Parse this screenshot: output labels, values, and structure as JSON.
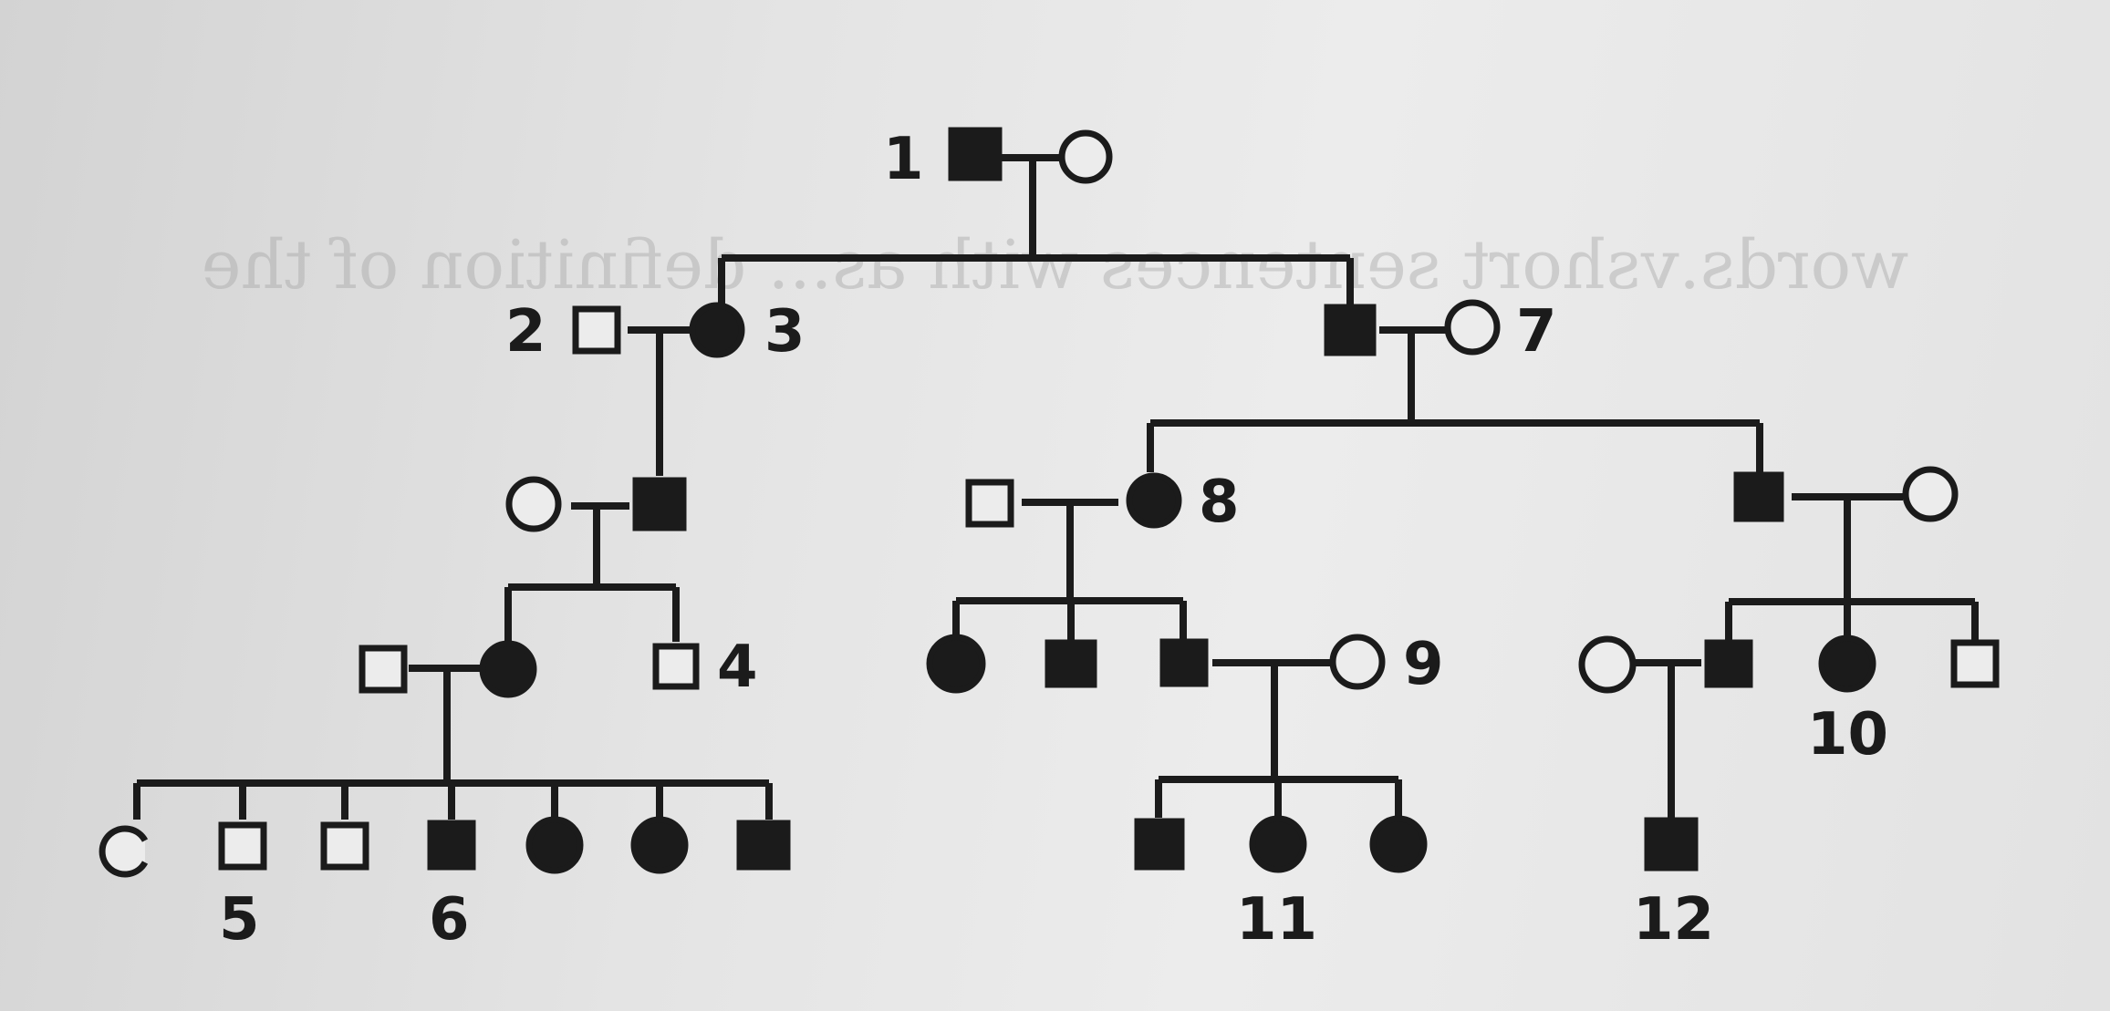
{
  "background_text": "words.vshort sentences with as... definition of the",
  "pedigree": {
    "labels": {
      "i1": "1",
      "i2": "2",
      "i3": "3",
      "i4": "4",
      "i5": "5",
      "i6": "6",
      "i7": "7",
      "i8": "8",
      "i9": "9",
      "i10": "10",
      "i11": "11",
      "i12": "12"
    },
    "individuals": [
      {
        "key": "i1",
        "sex": "male",
        "affected": true
      },
      {
        "key": "i1_spouse",
        "sex": "female",
        "affected": false
      },
      {
        "key": "i2",
        "sex": "male",
        "affected": false
      },
      {
        "key": "i3",
        "sex": "female",
        "affected": true
      },
      {
        "key": "gen2_son",
        "sex": "male",
        "affected": true
      },
      {
        "key": "i7",
        "sex": "female",
        "affected": false
      },
      {
        "key": "gen3_wife_left",
        "sex": "female",
        "affected": false
      },
      {
        "key": "gen3_son_left",
        "sex": "male",
        "affected": true
      },
      {
        "key": "gen3_husband_mid",
        "sex": "male",
        "affected": false
      },
      {
        "key": "i8",
        "sex": "female",
        "affected": true
      },
      {
        "key": "gen3_son_right",
        "sex": "male",
        "affected": true
      },
      {
        "key": "gen3_wife_right",
        "sex": "female",
        "affected": false
      },
      {
        "key": "gen4_husband_left",
        "sex": "male",
        "affected": false
      },
      {
        "key": "gen4_daughter_left",
        "sex": "female",
        "affected": true
      },
      {
        "key": "i4",
        "sex": "male",
        "affected": false
      },
      {
        "key": "gen4_mid_daughter",
        "sex": "female",
        "affected": true
      },
      {
        "key": "gen4_mid_son",
        "sex": "male",
        "affected": true
      },
      {
        "key": "gen4_mid_son2",
        "sex": "male",
        "affected": true
      },
      {
        "key": "i9",
        "sex": "female",
        "affected": false
      },
      {
        "key": "gen4_right_wife",
        "sex": "female",
        "affected": false
      },
      {
        "key": "gen4_right_son",
        "sex": "male",
        "affected": true
      },
      {
        "key": "i10",
        "sex": "female",
        "affected": true
      },
      {
        "key": "gen4_right_son2",
        "sex": "male",
        "affected": false
      },
      {
        "key": "gen5_daughter1",
        "sex": "female",
        "affected": false
      },
      {
        "key": "i5",
        "sex": "male",
        "affected": false
      },
      {
        "key": "gen5_son2",
        "sex": "male",
        "affected": false
      },
      {
        "key": "i6",
        "sex": "male",
        "affected": true
      },
      {
        "key": "gen5_daughter2",
        "sex": "female",
        "affected": true
      },
      {
        "key": "gen5_daughter3",
        "sex": "female",
        "affected": true
      },
      {
        "key": "gen5_son3",
        "sex": "male",
        "affected": true
      },
      {
        "key": "gen5_mid_son",
        "sex": "male",
        "affected": true
      },
      {
        "key": "i11",
        "sex": "female",
        "affected": true
      },
      {
        "key": "gen5_mid_daughter",
        "sex": "female",
        "affected": true
      },
      {
        "key": "i12",
        "sex": "male",
        "affected": true
      }
    ]
  }
}
